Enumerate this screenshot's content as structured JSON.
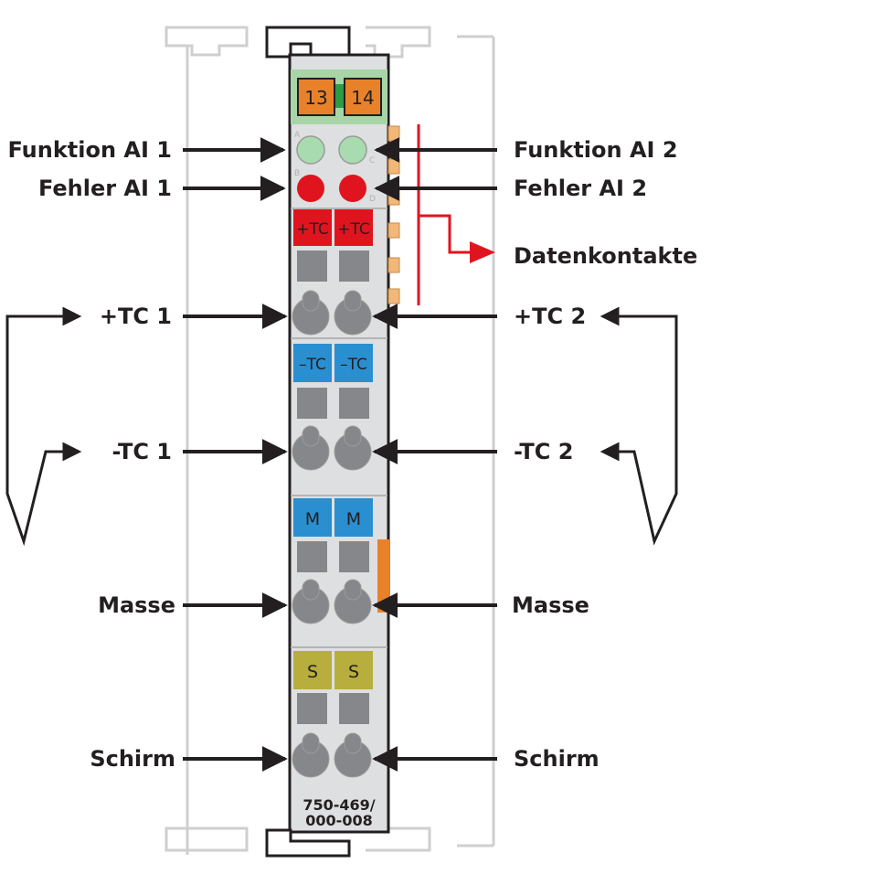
{
  "labels_left": {
    "funktion_ai1": "Funktion AI 1",
    "fehler_ai1": "Fehler AI 1",
    "tc1_plus": "+TC 1",
    "tc1_minus": "-TC 1",
    "masse": "Masse",
    "schirm": "Schirm"
  },
  "labels_right": {
    "funktion_ai2": "Funktion AI 2",
    "fehler_ai2": "Fehler AI 2",
    "datenkontakte": "Datenkontakte",
    "tc2_plus": "+TC 2",
    "tc2_minus": "-TC 2",
    "masse": "Masse",
    "schirm": "Schirm"
  },
  "module": {
    "terminal_13": "13",
    "terminal_14": "14",
    "led_letters": [
      "A",
      "C",
      "B",
      "D"
    ],
    "tag_plus_tc": "+TC",
    "tag_minus_tc": "–TC",
    "tag_m": "M",
    "tag_s": "S",
    "part_line1": "750-469/",
    "part_line2": "000-008"
  },
  "colors": {
    "housing": "#dedfe0",
    "outline": "#231f20",
    "green_header": "#a8d5a8",
    "orange": "#e8822a",
    "led_function": "#a8dcb0",
    "led_error": "#e0141e",
    "tag_red": "#e0141e",
    "tag_blue": "#2a8fd0",
    "tag_olive": "#b8ae3e",
    "slot_gray": "#86878a",
    "data_contact_red": "#e0141e"
  }
}
